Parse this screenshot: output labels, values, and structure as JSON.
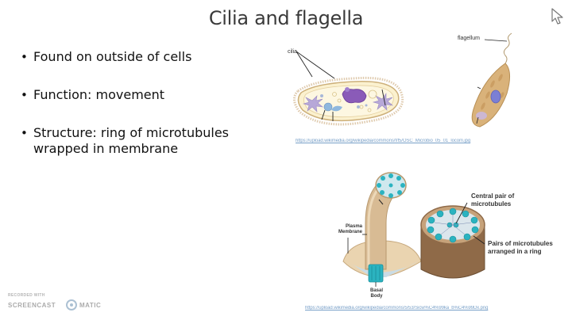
{
  "slide": {
    "title": "Cilia and flagella",
    "bullets": [
      "Found on outside of cells",
      "Function: movement",
      "Structure: ring of microtubules wrapped in membrane"
    ]
  },
  "figure_top": {
    "label_cilia": "cilia",
    "label_flagellum": "flagellum",
    "source_url": "https://upload.wikimedia.org/wikipedia/commons/f/f5/OSC_Microbio_05_01_locom.jpg"
  },
  "figure_bottom": {
    "label_plasma_membrane_1": "Plasma",
    "label_plasma_membrane_2": "Membrane",
    "label_basal_body_1": "Basal",
    "label_basal_body_2": "Body",
    "label_central_pair_1": "Central pair of",
    "label_central_pair_2": "microtubules",
    "label_pairs_ring_1": "Pairs of microtubules",
    "label_pairs_ring_2": "arranged in a ring",
    "source_url": "https://upload.wikimedia.org/wikipedia/commons/5/53/Sicw%C4%99ka_b%C4%99Dx.png"
  },
  "watermark": {
    "top_text": "RECORDED WITH",
    "brand_left": "SCREENCAST",
    "brand_right": "MATIC"
  },
  "colors": {
    "title_text": "#3a3a3a",
    "body_text": "#111111",
    "link": "#4a7fb5",
    "microtubule_teal": "#2bb3c0",
    "membrane_tan": "#d8c2a0"
  }
}
